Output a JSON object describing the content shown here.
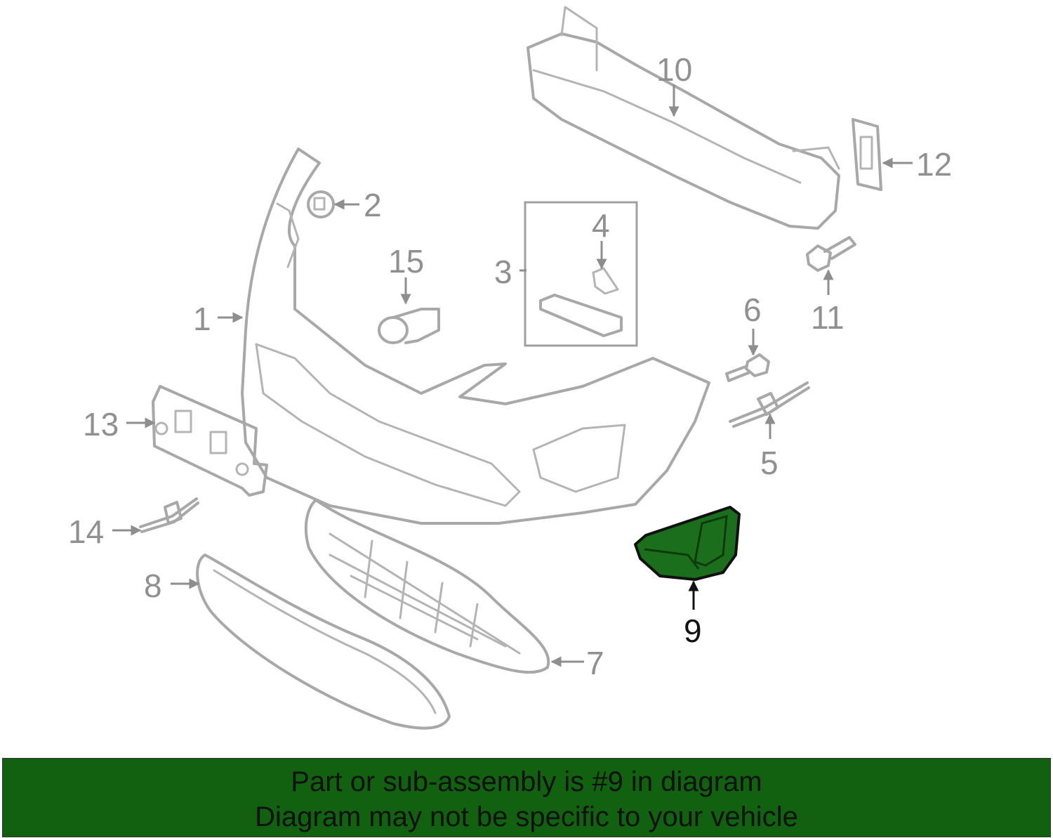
{
  "colors": {
    "highlight_fill": "#1b6e1b",
    "banner_bg": "#116111",
    "part_outline": "#a8a8a8",
    "callout_text": "#909090",
    "highlight_text": "#111111"
  },
  "callouts": [
    {
      "id": "1",
      "label": "1"
    },
    {
      "id": "2",
      "label": "2"
    },
    {
      "id": "3",
      "label": "3"
    },
    {
      "id": "4",
      "label": "4"
    },
    {
      "id": "5",
      "label": "5"
    },
    {
      "id": "6",
      "label": "6"
    },
    {
      "id": "7",
      "label": "7"
    },
    {
      "id": "8",
      "label": "8"
    },
    {
      "id": "9",
      "label": "9",
      "highlighted": true
    },
    {
      "id": "10",
      "label": "10"
    },
    {
      "id": "11",
      "label": "11"
    },
    {
      "id": "12",
      "label": "12"
    },
    {
      "id": "13",
      "label": "13"
    },
    {
      "id": "14",
      "label": "14"
    },
    {
      "id": "15",
      "label": "15"
    }
  ],
  "banner": {
    "line1": "Part or sub-assembly is #9 in diagram",
    "line2": "Diagram may not be specific to your vehicle"
  }
}
